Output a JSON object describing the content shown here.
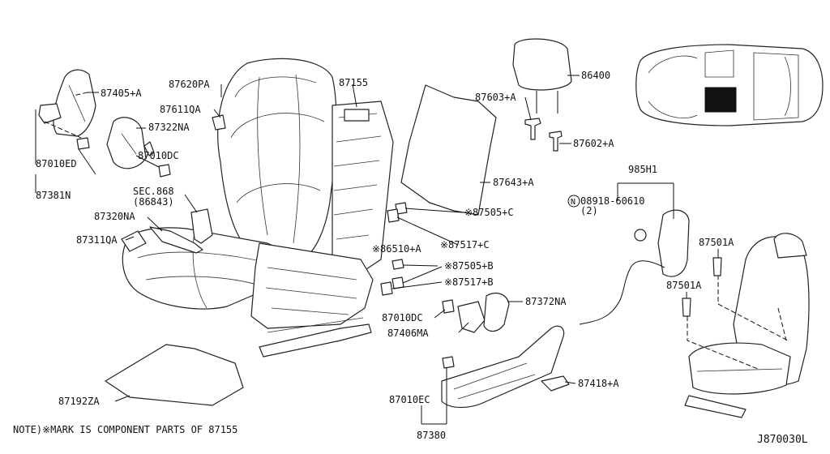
{
  "diagram": {
    "part_labels": {
      "p87405A": "87405+A",
      "p87620PA": "87620PA",
      "p87155": "87155",
      "p86400": "86400",
      "p87611QA": "87611QA",
      "p87322NA": "87322NA",
      "p87603A": "87603+A",
      "p87010DC_a": "87010DC",
      "p87010ED": "87010ED",
      "p87602A": "87602+A",
      "p87381N": "87381N",
      "p87643A": "87643+A",
      "p985H1": "985H1",
      "sec868": "SEC.868",
      "sec868_sub": "(86843)",
      "p87320NA": "87320NA",
      "p08918": "08918-60610",
      "p08918_circle": "N",
      "p08918_qty": "(2)",
      "p87505C": "※87505+C",
      "p87311QA": "87311QA",
      "p87517C": "※87517+C",
      "p87501A_a": "87501A",
      "p86510A": "※86510+A",
      "p87505B": "※87505+B",
      "p87501A_b": "87501A",
      "p87517B": "※87517+B",
      "p87372NA": "87372NA",
      "p87010DC_b": "87010DC",
      "p87406MA": "87406MA",
      "p87418A": "87418+A",
      "p87192ZA": "87192ZA",
      "p87010EC": "87010EC",
      "p87380": "87380"
    },
    "note": "NOTE)※MARK IS COMPONENT PARTS OF 87155",
    "diagram_code": "J870030L"
  }
}
